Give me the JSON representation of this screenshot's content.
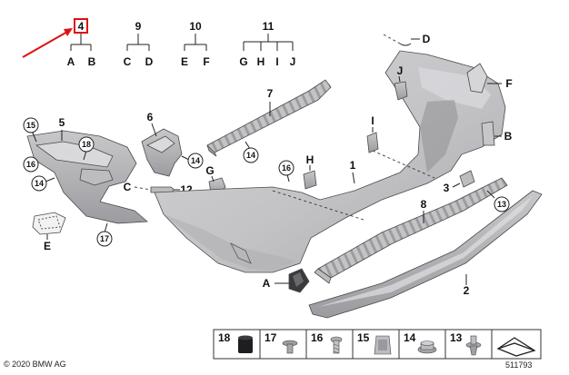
{
  "tree_labels": {
    "group_4": {
      "parent": "4",
      "children": [
        "A",
        "B"
      ]
    },
    "group_9": {
      "parent": "9",
      "children": [
        "C",
        "D"
      ]
    },
    "group_10": {
      "parent": "10",
      "children": [
        "E",
        "F"
      ]
    },
    "group_11": {
      "parent": "11",
      "children": [
        "G",
        "H",
        "I",
        "J"
      ]
    }
  },
  "callouts": {
    "p1": "1",
    "p2": "2",
    "p3": "3",
    "p5": "5",
    "p6": "6",
    "p7": "7",
    "p8": "8",
    "p12": "12",
    "pA": "A",
    "pB": "B",
    "pC": "C",
    "pD": "D",
    "pE": "E",
    "pF": "F",
    "pG": "G",
    "pH": "H",
    "pI": "I",
    "pJ": "J",
    "c13": "13",
    "c14a": "14",
    "c14b": "14",
    "c14c": "14",
    "c15": "15",
    "c16a": "16",
    "c16b": "16",
    "c17": "17",
    "c18": "18"
  },
  "legend": [
    {
      "num": "18",
      "icon": "rubber-buffer-icon"
    },
    {
      "num": "17",
      "icon": "expanding-rivet-icon"
    },
    {
      "num": "16",
      "icon": "screw-icon"
    },
    {
      "num": "15",
      "icon": "clip-nut-icon"
    },
    {
      "num": "14",
      "icon": "collar-nut-icon"
    },
    {
      "num": "13",
      "icon": "push-rivet-icon"
    },
    {
      "num": "",
      "icon": "repair-kit-icon"
    }
  ],
  "footer": {
    "copyright": "© 2020 BMW AG",
    "diagram_number": "511793"
  },
  "colors": {
    "highlight_box": "#dd1111",
    "arrow": "#dd1111",
    "bumper_fill": "#c9c9cc",
    "part_fill": "#b5b5b8"
  }
}
